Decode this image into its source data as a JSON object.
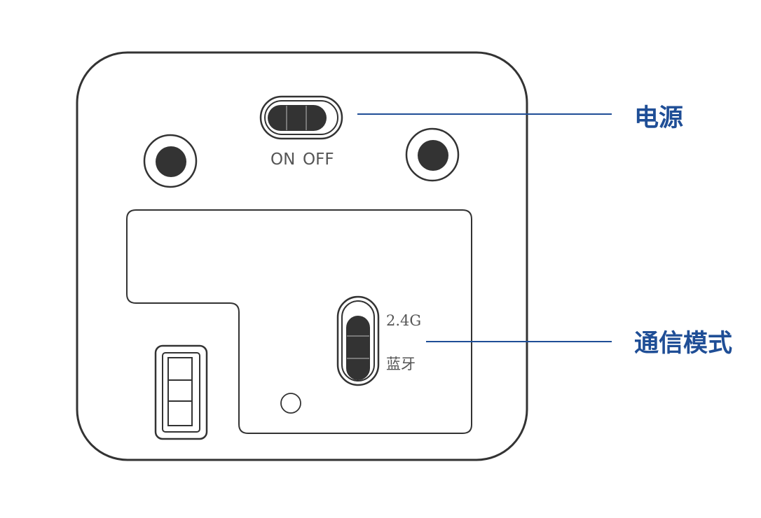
{
  "power_switch": {
    "on_label": "ON",
    "off_label": "OFF"
  },
  "mode_switch": {
    "label_top": "2.4G",
    "label_bottom": "蓝牙"
  },
  "callouts": {
    "power": "电源",
    "mode": "通信模式"
  },
  "colors": {
    "outline": "#333333",
    "knob": "#333333",
    "callout": "#1f4e96",
    "label": "#555555"
  }
}
